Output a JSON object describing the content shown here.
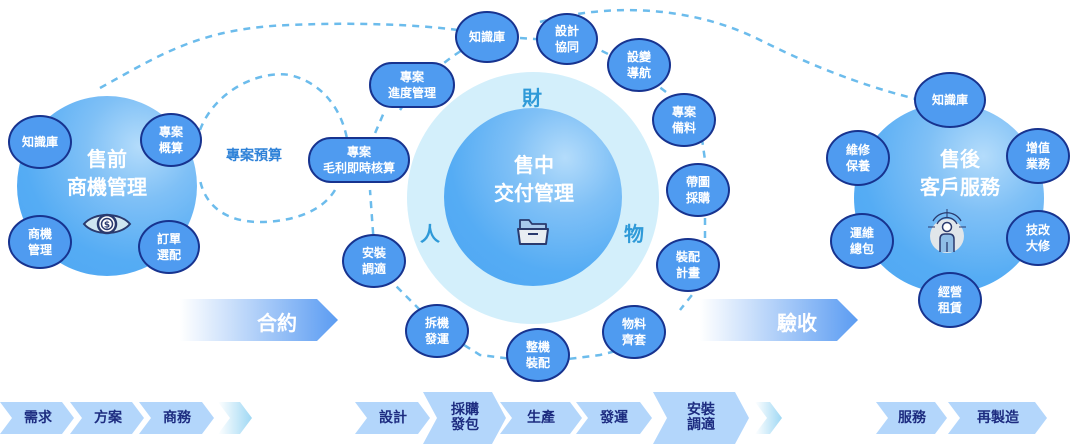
{
  "colors": {
    "node_fill": "#4f9bf0",
    "node_border": "#17338f",
    "halo": "#d3effb",
    "dashed_line": "#6cbcec",
    "chevron_fill": "#b3d6fb",
    "chevron_text": "#1d2c80",
    "facet_text": "#2f9ad8"
  },
  "presale": {
    "title": "售前\n商機管理",
    "title_line1": "售前",
    "title_line2": "商機管理",
    "icon": "eye-dollar-icon",
    "nodes": [
      {
        "label": "知識庫"
      },
      {
        "label": "專案\n概算"
      },
      {
        "label": "商機\n管理"
      },
      {
        "label": "訂單\n選配"
      }
    ]
  },
  "budget_loop": {
    "label": "專案預算"
  },
  "insale": {
    "title_line1": "售中",
    "title_line2": "交付管理",
    "icon": "folder-open-icon",
    "facets": [
      "財",
      "人",
      "物"
    ],
    "ring_nodes": [
      {
        "label": "專案\n毛利即時核算"
      },
      {
        "label": "專案\n進度管理"
      },
      {
        "label": "知識庫"
      },
      {
        "label": "設計\n協同"
      },
      {
        "label": "設變\n導航"
      },
      {
        "label": "專案\n備料"
      },
      {
        "label": "帶圖\n採購"
      },
      {
        "label": "裝配\n計畫"
      },
      {
        "label": "物料\n齊套"
      },
      {
        "label": "整機\n裝配"
      },
      {
        "label": "拆機\n發運"
      },
      {
        "label": "安裝\n調適"
      }
    ]
  },
  "aftersale": {
    "title_line1": "售後",
    "title_line2": "客戶服務",
    "icon": "person-target-icon",
    "nodes": [
      {
        "label": "知識庫"
      },
      {
        "label": "增值\n業務"
      },
      {
        "label": "技改\n大修"
      },
      {
        "label": "經營\n租賃"
      },
      {
        "label": "運維\n總包"
      },
      {
        "label": "維修\n保養"
      }
    ]
  },
  "milestones": [
    {
      "label": "合約"
    },
    {
      "label": "驗收"
    }
  ],
  "process_steps": {
    "presale": [
      {
        "label": "需求"
      },
      {
        "label": "方案"
      },
      {
        "label": "商務"
      }
    ],
    "insale": [
      {
        "label": "設計"
      },
      {
        "label": "採購\n發包"
      },
      {
        "label": "生產"
      },
      {
        "label": "發運"
      },
      {
        "label": "安裝\n調適"
      }
    ],
    "aftersale": [
      {
        "label": "服務"
      },
      {
        "label": "再製造"
      }
    ]
  }
}
